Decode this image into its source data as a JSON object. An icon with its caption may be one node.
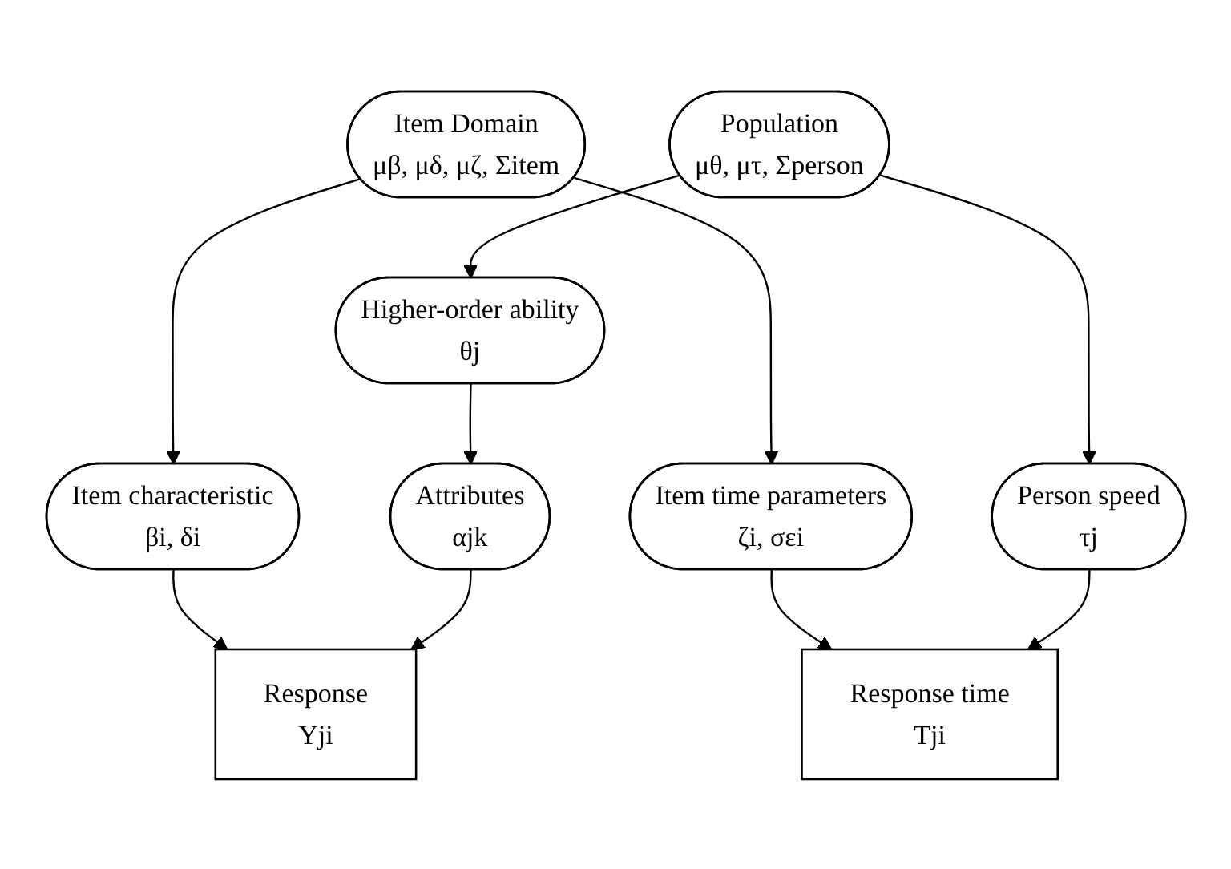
{
  "diagram": {
    "nodes": [
      {
        "text": [
          "Item Domain",
          "μβ, μδ, μζ, Σitem"
        ]
      },
      {
        "text": [
          "Population",
          "μθ, μτ, Σperson"
        ]
      },
      {
        "text": [
          "Higher-order ability",
          "θj"
        ]
      },
      {
        "text": [
          "Item characteristic",
          "βi, δi"
        ]
      },
      {
        "text": [
          "Attributes",
          "αjk"
        ]
      },
      {
        "text": [
          "Item time parameters",
          "ζi, σεi"
        ]
      },
      {
        "text": [
          "Person speed",
          "τj"
        ]
      },
      {
        "text": [
          "Response",
          "Yji"
        ]
      },
      {
        "text": [
          "Response time",
          "Tji"
        ]
      }
    ],
    "edges": [
      {
        "from": 0,
        "to": 3,
        "arrow": "to"
      },
      {
        "from": 0,
        "to": 5,
        "arrow": "to"
      },
      {
        "from": 1,
        "to": 2,
        "arrow": "to"
      },
      {
        "from": 1,
        "to": 6,
        "arrow": "to"
      },
      {
        "from": 2,
        "to": 4,
        "arrow": "to"
      },
      {
        "from": 3,
        "to": 7,
        "arrow": "to"
      },
      {
        "from": 4,
        "to": 7,
        "arrow": "to"
      },
      {
        "from": 5,
        "to": 8,
        "arrow": "to"
      },
      {
        "from": 6,
        "to": 8,
        "arrow": "to"
      }
    ]
  }
}
